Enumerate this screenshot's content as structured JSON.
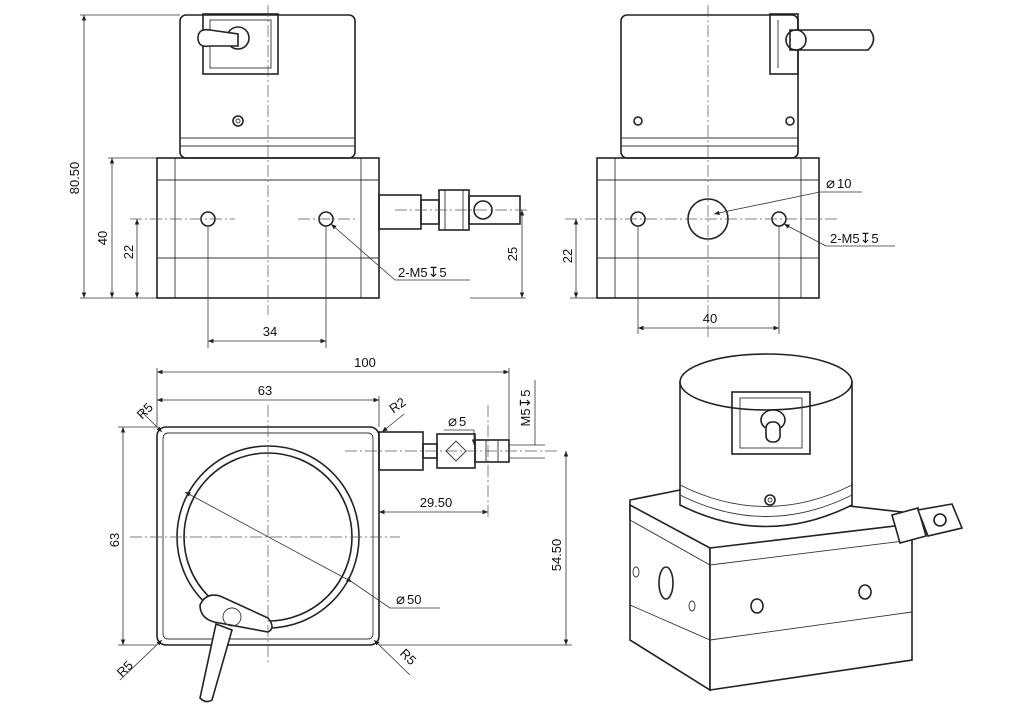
{
  "dimensions": {
    "front_height_total": "80.50",
    "front_height_body": "40",
    "front_hole_height": "22",
    "front_hole_spacing": "34",
    "front_thread": "2-M5",
    "front_thread_depth": "5",
    "front_shaft_height": "25",
    "side_bore_dia": "10",
    "side_thread": "2-M5",
    "side_thread_depth": "5",
    "side_hole_height": "22",
    "side_hole_spacing": "40",
    "top_overall_width": "100",
    "top_body_width": "63",
    "top_body_depth": "63",
    "top_corner_r_tl": "R5",
    "top_corner_r_bl": "R5",
    "top_corner_r_br": "R5",
    "top_r2": "R2",
    "top_pin_dia": "5",
    "top_thread_vertical": "M5",
    "top_thread_vertical_depth": "5",
    "top_shaft_offset": "29.50",
    "top_shaft_height": "54.50",
    "top_drum_dia": "50"
  },
  "symbols": {
    "diameter": "⌀",
    "depth": "↧"
  }
}
